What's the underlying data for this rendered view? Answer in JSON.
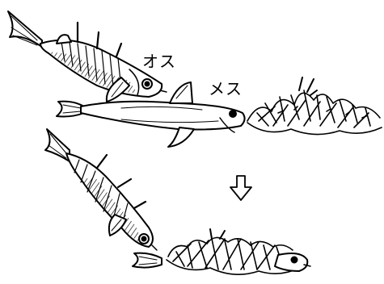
{
  "labels": {
    "male": "オス",
    "female": "メス"
  },
  "figures": [
    {
      "name": "male-stickleback-top",
      "role": "male"
    },
    {
      "name": "female-stickleback",
      "role": "female"
    },
    {
      "name": "nest-top"
    },
    {
      "name": "down-arrow"
    },
    {
      "name": "male-stickleback-bottom",
      "role": "male"
    },
    {
      "name": "nest-bottom"
    },
    {
      "name": "female-stickleback-in-nest",
      "role": "female"
    }
  ],
  "colors": {
    "ink": "#000000",
    "paper": "#ffffff"
  }
}
